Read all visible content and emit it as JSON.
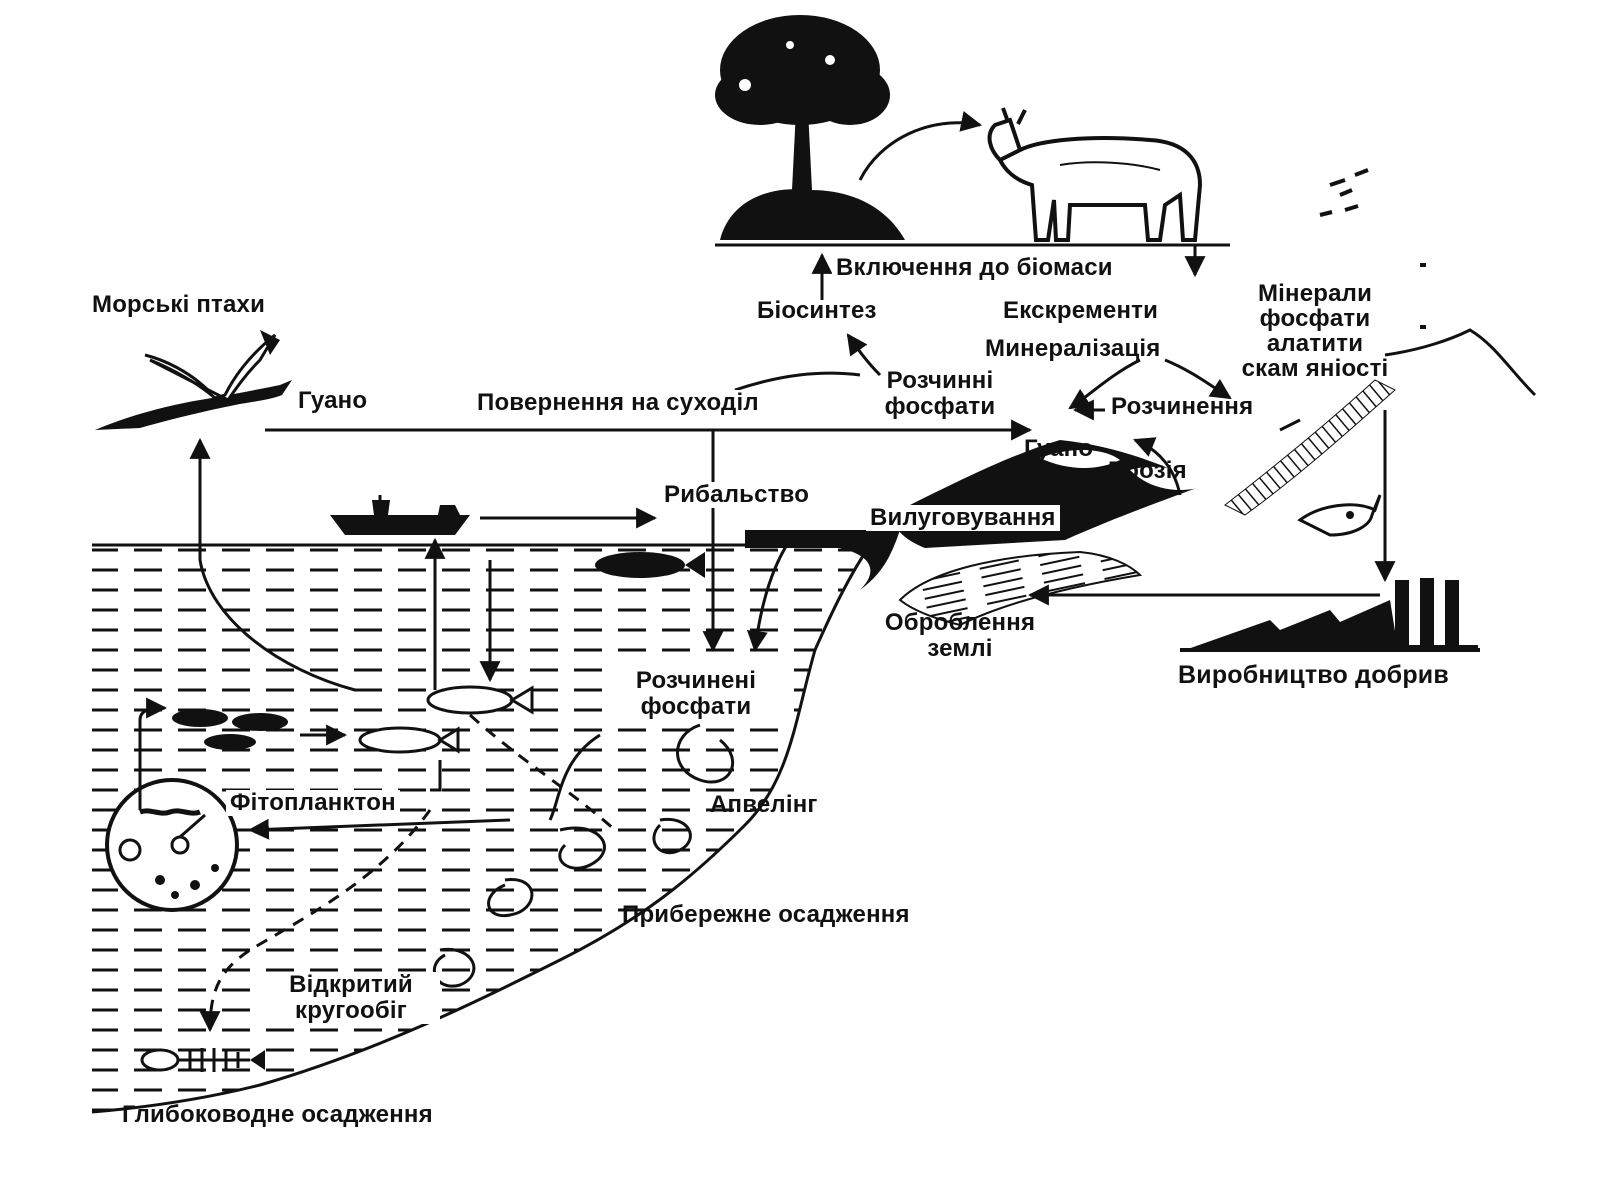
{
  "labels": {
    "sea_birds": "Морські птахи",
    "guano_left": "Гуано",
    "return_to_land": "Повернення на суходіл",
    "soluble_phosphates_top_line1": "Розчинні",
    "soluble_phosphates_top_line2": "фосфати",
    "inclusion_biomass": "Включення до біомаси",
    "biosynthesis": "Біосинтез",
    "excrements": "Екскременти",
    "mineralization": "Минералізація",
    "minerals_line1": "Мінерали",
    "minerals_line2": "фосфати",
    "minerals_line3": "алатити",
    "minerals_line4": "скам яніості",
    "dissolution": "Розчинення",
    "guano_island": "Гуано",
    "erosion": "Ерозія",
    "fishing": "Рибальство",
    "leaching": "Вилуговування",
    "cultivation_line1": "Оброблення",
    "cultivation_line2": "землі",
    "fertilizer_production": "Виробництво добрив",
    "dissolved_phosphates_line1": "Розчинені",
    "dissolved_phosphates_line2": "фосфати",
    "phytoplankton": "Фітопланктон",
    "upwelling": "Апвелінг",
    "coastal_sedimentation": "Прибережне осадження",
    "open_circulation_line1": "Відкритий",
    "open_circulation_line2": "кругообіг",
    "deep_sea_sedimentation": "Глибоководне осадження"
  },
  "colors": {
    "ink": "#111111",
    "paper": "#ffffff"
  },
  "icons": {
    "tree": "tree-icon",
    "cow": "cow-icon",
    "bird": "seabird-icon",
    "boat": "fishing-boat-icon",
    "fish": "fish-icon",
    "factory": "factory-icon",
    "plankton": "phytoplankton-icon",
    "skeleton": "fish-skeleton-icon",
    "skull": "animal-skull-icon"
  }
}
